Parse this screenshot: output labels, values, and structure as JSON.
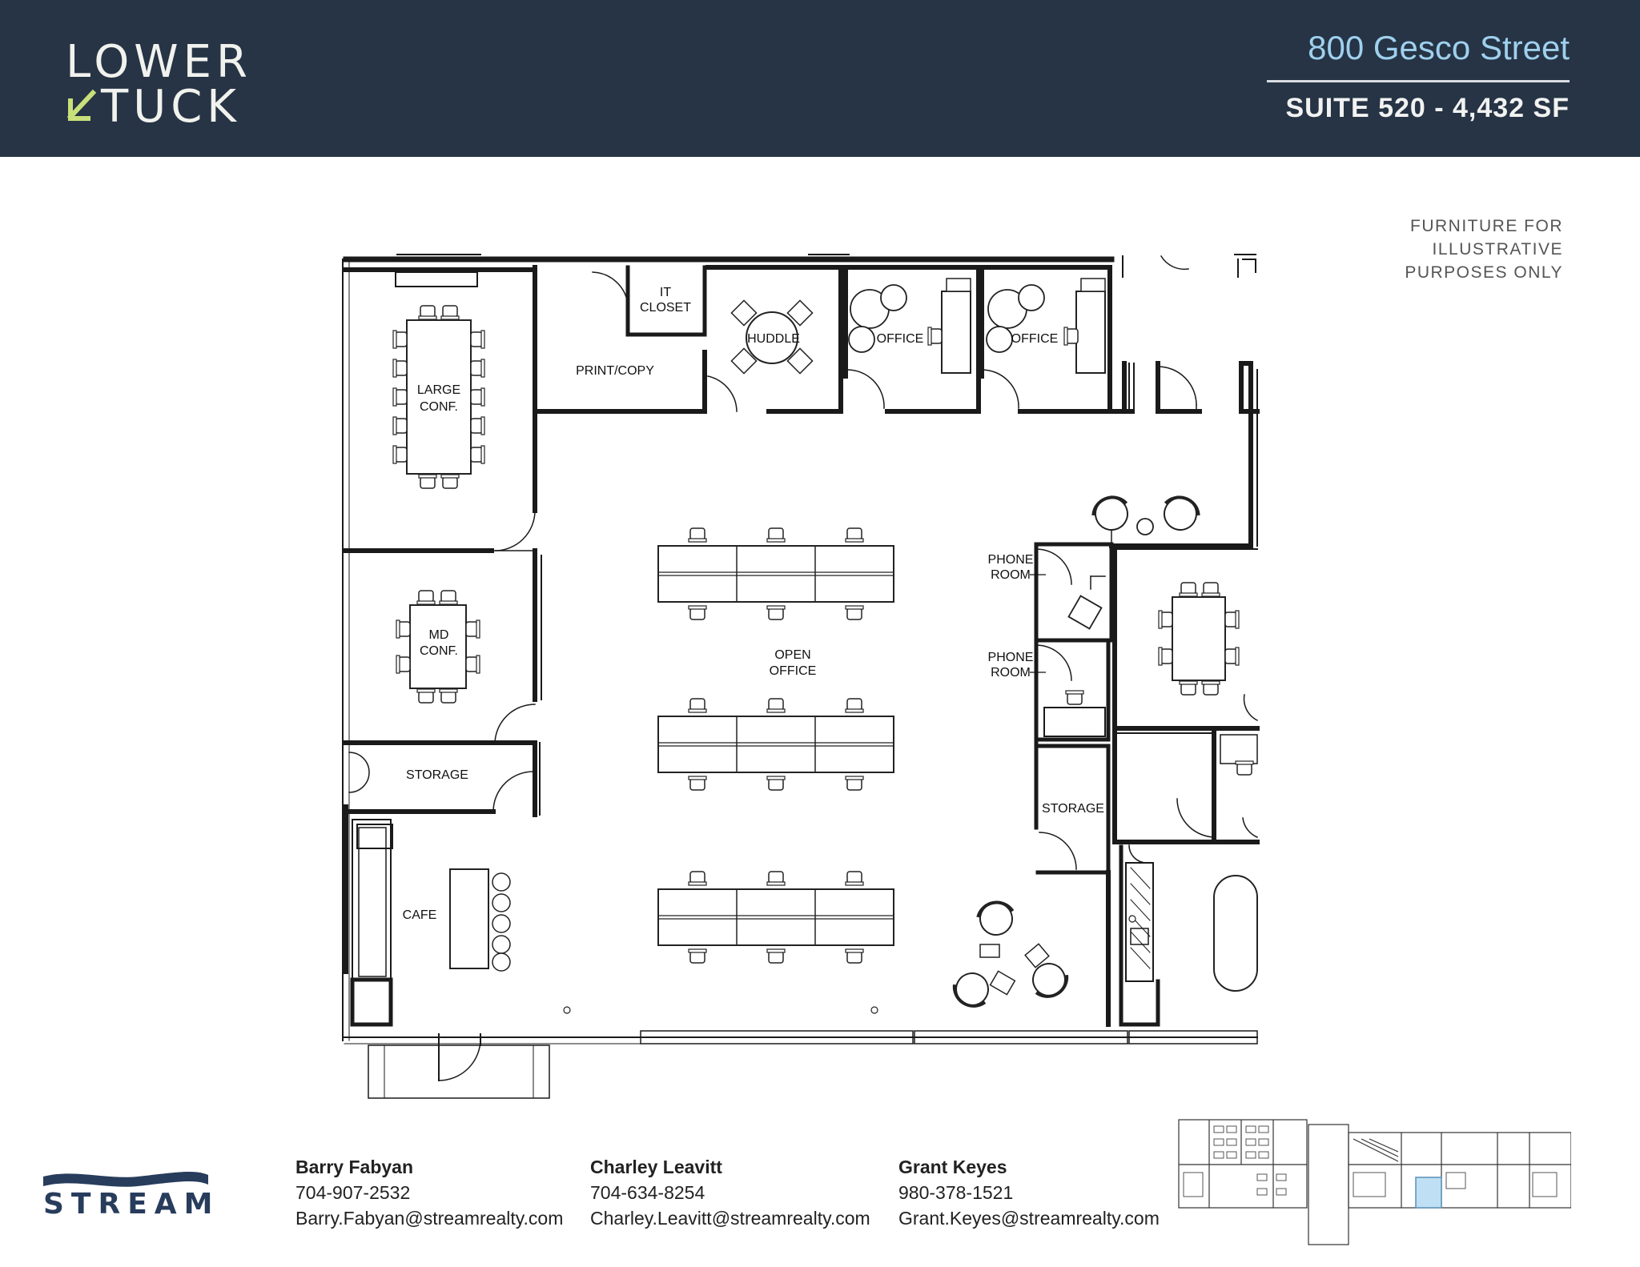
{
  "header": {
    "logo_line1": "LOWER",
    "logo_line2": "TUCK",
    "address": "800 Gesco Street",
    "suite": "SUITE 520 - 4,432 SF"
  },
  "colors": {
    "header_bg": "#263445",
    "logo_arrow": "#c9e07a",
    "address_text": "#9fd0ee",
    "highlight_suite": "#bfe0f4",
    "stream_blue": "#283c5c"
  },
  "note": {
    "line1": "FURNITURE FOR",
    "line2": "ILLUSTRATIVE",
    "line3": "PURPOSES ONLY"
  },
  "rooms": {
    "it_closet": [
      "IT",
      "CLOSET"
    ],
    "huddle": "HUDDLE",
    "office": "OFFICE",
    "office_2": "OFFICE",
    "print_copy": "PRINT/COPY",
    "large_conf": [
      "LARGE",
      "CONF."
    ],
    "md_conf": [
      "MD",
      "CONF."
    ],
    "storage_left": "STORAGE",
    "cafe": "CAFE",
    "open_office": [
      "OPEN",
      "OFFICE"
    ],
    "phone_room_1": [
      "PHONE",
      "ROOM"
    ],
    "phone_room_2": [
      "PHONE",
      "ROOM"
    ],
    "storage_right": "STORAGE"
  },
  "footer": {
    "brand": "STREAM",
    "contacts": [
      {
        "name": "Barry Fabyan",
        "phone": "704-907-2532",
        "email": "Barry.Fabyan@streamrealty.com"
      },
      {
        "name": "Charley Leavitt",
        "phone": "704-634-8254",
        "email": "Charley.Leavitt@streamrealty.com"
      },
      {
        "name": "Grant Keyes",
        "phone": "980-378-1521",
        "email": "Grant.Keyes@streamrealty.com"
      }
    ]
  }
}
